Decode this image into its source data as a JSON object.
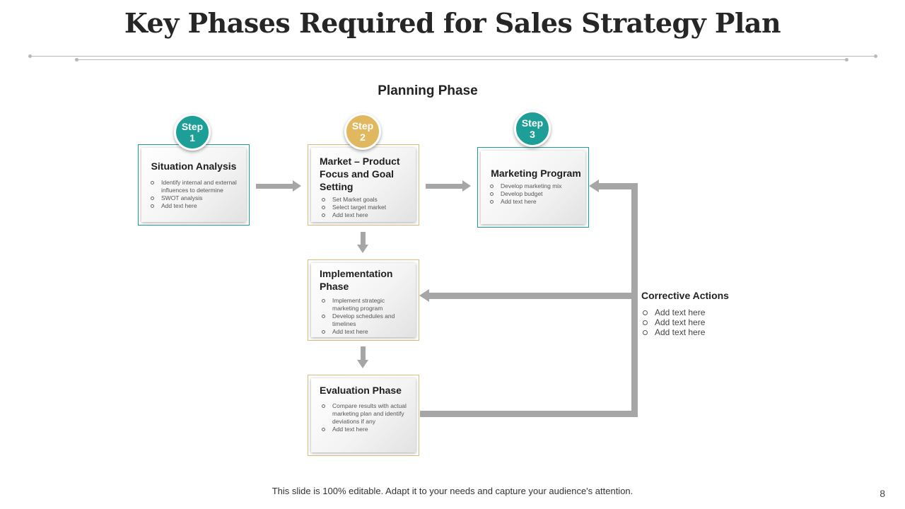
{
  "title": "Key Phases Required for Sales Strategy Plan",
  "planning_label": "Planning Phase",
  "steps": [
    {
      "label": "Step",
      "number": "1"
    },
    {
      "label": "Step",
      "number": "2"
    },
    {
      "label": "Step",
      "number": "3"
    }
  ],
  "cards": {
    "situation": {
      "title": "Situation Analysis",
      "bullets": [
        "Identify internal and external influences to determine",
        "SWOT analysis",
        "Add text here"
      ]
    },
    "market": {
      "title": "Market – Product Focus and Goal Setting",
      "bullets": [
        "Set Market goals",
        "Select target market",
        "Add text here"
      ]
    },
    "marketing": {
      "title": "Marketing Program",
      "bullets": [
        "Develop marketing mix",
        "Develop budget",
        "Add text here"
      ]
    },
    "implementation": {
      "title": "Implementation Phase",
      "bullets": [
        "Implement strategic marketing program",
        "Develop schedules and timelines",
        "Add text here"
      ]
    },
    "evaluation": {
      "title": "Evaluation Phase",
      "bullets": [
        "Compare results with actual marketing plan and identify deviations if any",
        "Add text here"
      ]
    }
  },
  "corrective": {
    "title": "Corrective Actions",
    "items": [
      "Add text here",
      "Add text here",
      "Add text here"
    ]
  },
  "footer": "This slide is 100% editable. Adapt it to your needs and capture your audience's attention.",
  "page_number": "8",
  "colors": {
    "teal": "#1d9e97",
    "gold": "#e0b85f",
    "connector": "#a6a6a6"
  }
}
